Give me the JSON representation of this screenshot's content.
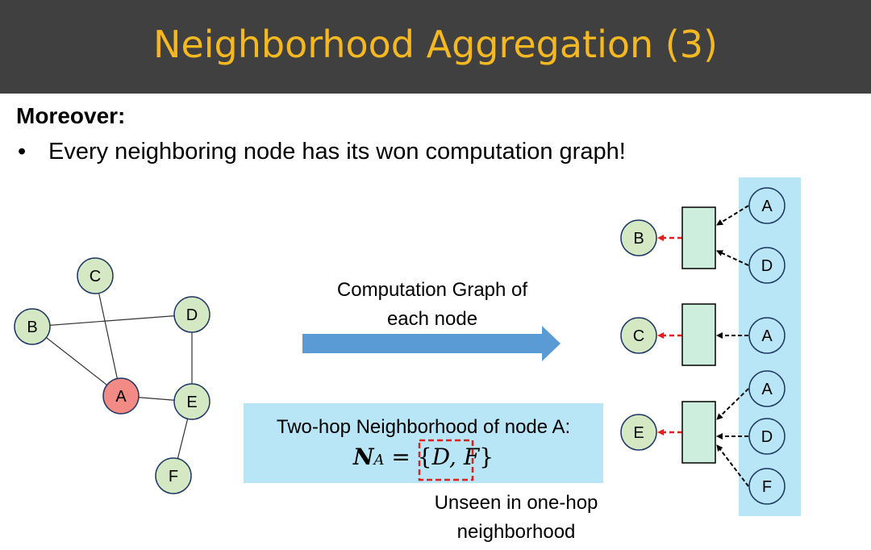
{
  "title": "Neighborhood Aggregation (3)",
  "heading": "Moreover:",
  "bullet": {
    "marker": "•",
    "text": "Every neighboring node has its won computation graph!"
  },
  "arrow_label": {
    "line1": "Computation Graph of",
    "line2": "each node"
  },
  "hop_box": {
    "title": "Two-hop Neighborhood of node A:",
    "formula_n": "N",
    "formula_sub": "A",
    "formula_eq": " = {",
    "formula_set": "D, F",
    "formula_close": "}"
  },
  "unseen": {
    "line1": "Unseen in one-hop",
    "line2": "neighborhood"
  },
  "graph_nodes": [
    {
      "id": "C",
      "label": "C",
      "color": "#d5e8c4"
    },
    {
      "id": "B",
      "label": "B",
      "color": "#d5e8c4"
    },
    {
      "id": "D",
      "label": "D",
      "color": "#d5e8c4"
    },
    {
      "id": "A",
      "label": "A",
      "color": "#f28a86"
    },
    {
      "id": "E",
      "label": "E",
      "color": "#d5e8c4"
    },
    {
      "id": "F",
      "label": "F",
      "color": "#d5e8c4"
    }
  ],
  "graph_edges": [
    [
      "B",
      "D"
    ],
    [
      "B",
      "A"
    ],
    [
      "C",
      "A"
    ],
    [
      "D",
      "E"
    ],
    [
      "A",
      "E"
    ],
    [
      "E",
      "F"
    ]
  ],
  "comp_graphs": [
    {
      "target": "B",
      "inputs": [
        "A",
        "D"
      ]
    },
    {
      "target": "C",
      "inputs": [
        "A"
      ]
    },
    {
      "target": "E",
      "inputs": [
        "A",
        "D",
        "F"
      ]
    }
  ],
  "colors": {
    "title_bar": "#404040",
    "title_text": "#f5b820",
    "node_green": "#d5e8c4",
    "node_blue": "#b8e6f7",
    "node_red": "#f28a86",
    "aggregator": "#cdeedd",
    "arrow_blue": "#5b9bd5",
    "red_dash": "#e0201c"
  }
}
